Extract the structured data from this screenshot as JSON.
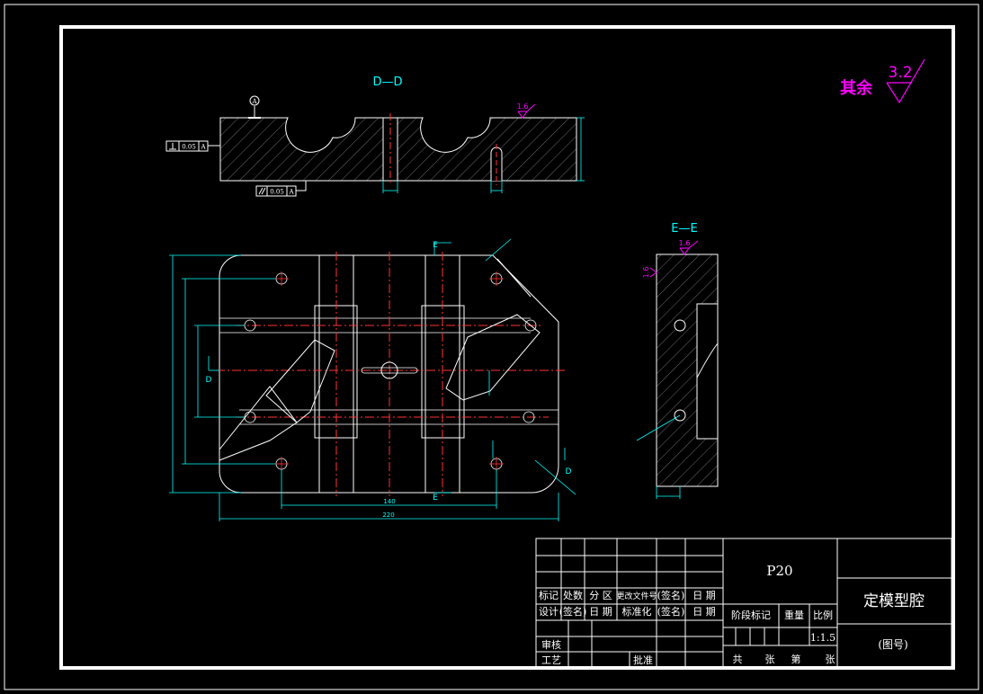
{
  "section_dd": {
    "label": "D—D"
  },
  "section_ee": {
    "label": "E—E"
  },
  "roughness": {
    "other_text": "其余",
    "value": "3.2"
  },
  "surface_marks": {
    "top": "1.6",
    "ee_top": "1.6",
    "ee_side": "1.6"
  },
  "datum": {
    "label": "A"
  },
  "tolerances": {
    "perp": "0.05",
    "parallel": "0.05",
    "datum_ref": "A"
  },
  "dimensions": {
    "d140": "140",
    "d220": "220"
  },
  "section_arrows": {
    "e_top": "E",
    "e_bottom": "E",
    "d_left": "D",
    "d_right": "D"
  },
  "title_block": {
    "model": "P20",
    "name": "定模型腔",
    "drawing_no": "(图号)",
    "scale": "1:1.5",
    "row_biaoji": [
      "标记",
      "处数",
      "分  区",
      "更改文件号",
      "(签名)",
      "日  期"
    ],
    "row_sheji": [
      "设计",
      "(签名)",
      "日  期",
      "标准化",
      "(签名)",
      "日  期"
    ],
    "shenhe": "审核",
    "gongyi": "工艺",
    "pizhun": "批准",
    "stage_mark": "阶段标记",
    "weight": "重量",
    "ratio": "比例",
    "sheets": [
      "共",
      "张",
      "第",
      "张"
    ]
  }
}
